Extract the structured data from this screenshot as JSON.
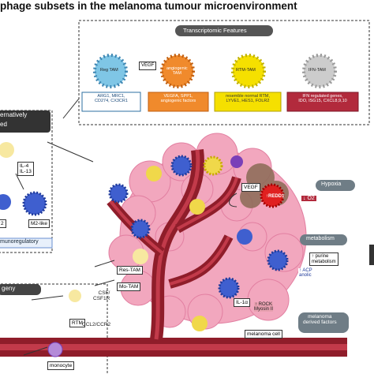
{
  "title": "phage subsets in the melanoma tumour microenvironment",
  "transcriptomic": {
    "header": "Transcriptomic Features",
    "cells": [
      {
        "name": "Reg TAM",
        "markers": "ARG1, MRC1,\nCD274, CX3CR1",
        "color": "#7fc6e6"
      },
      {
        "name": "angiogenic\nTAM",
        "markers": "VEGFA, SPP1,\nangiogenic factors",
        "color": "#f08a2c"
      },
      {
        "name": "RTM-TAM",
        "markers": "resemble normal RTM,\nLYVE1, HES1, FOLR2",
        "color": "#f5e000"
      },
      {
        "name": "IFN-TAM",
        "markers": "IFN regulated genes,\nIDO, ISG15, CXCL8,9,10",
        "color": "#b22a3c"
      }
    ],
    "vegf_tag": "VEGF"
  },
  "left_panel": {
    "header_line1": "ernatively",
    "header_line2": "ed",
    "cytokines": "IL-4\nIL-13",
    "m2_label": "M2-like",
    "m2_small": "2",
    "immunoregulatory": "munoregulatory"
  },
  "ontogeny": {
    "header": "geny",
    "rtm": "RTM",
    "monocyte": "monocyte",
    "csf": "CSF/\nCSF1R",
    "ccl": "CCL2/CCR2"
  },
  "tumour": {
    "res_tam": "Res-TAM",
    "mo_tam": "Mo-TAM",
    "vegf": "VEGF",
    "tredd1": "↑REDD1",
    "o2": "↓ O2",
    "il1a": "IL-1α",
    "rock": "↑ ROCK\nMyosin II",
    "melanoma_cell": "melanoma cell",
    "acp": "↑ ACP\nanolic",
    "purine": "↑ purine\nmetabolism"
  },
  "side_tags": {
    "hypoxia": "Hypoxia",
    "metabolism": "metabolism",
    "melanoma_factors": "melanoma\nderived factors"
  },
  "colors": {
    "blood_vessel": "#8f1d2a",
    "vessel_inner": "#c23a4a",
    "tumour_pink": "#f2a7be",
    "tag_gray": "#6f7d86",
    "mac_blue": "#3f5fcf",
    "mac_yellow": "#f0d84a",
    "mac_purple": "#7a3fb8"
  }
}
